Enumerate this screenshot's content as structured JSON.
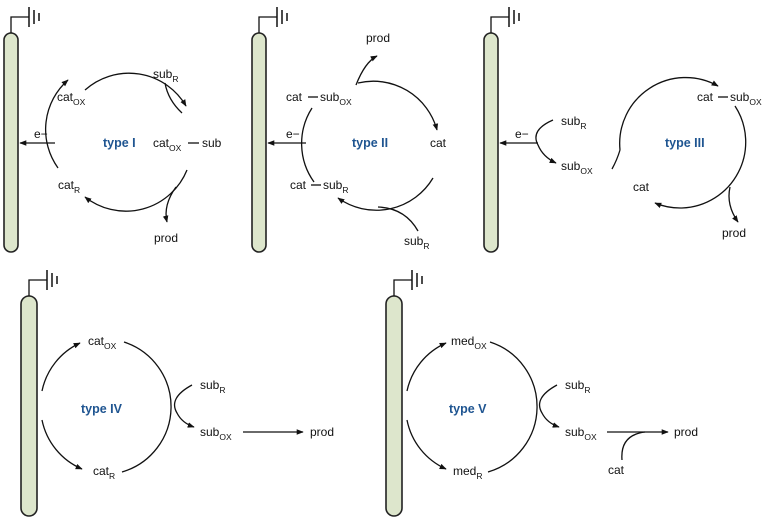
{
  "colors": {
    "electrode_fill": "#dde6cc",
    "type_label": "#1f5591",
    "line": "#111111"
  },
  "panels": {
    "type1": {
      "title": "type I",
      "electron": "e−",
      "cat_ox": {
        "main": "cat",
        "sub": "OX"
      },
      "cat_r": {
        "main": "cat",
        "sub": "R"
      },
      "sub_r": {
        "main": "sub",
        "sub": "R"
      },
      "complex": {
        "main": "cat",
        "sub": "OX",
        "tail": "sub"
      },
      "prod": "prod"
    },
    "type2": {
      "title": "type II",
      "electron": "e−",
      "prod": "prod",
      "cat_subox": {
        "left": "cat",
        "main": "sub",
        "sub": "OX"
      },
      "cat": "cat",
      "cat_subr": {
        "left": "cat",
        "main": "sub",
        "sub": "R"
      },
      "sub_r": {
        "main": "sub",
        "sub": "R"
      }
    },
    "type3": {
      "title": "type III",
      "electron": "e−",
      "sub_r": {
        "main": "sub",
        "sub": "R"
      },
      "sub_ox": {
        "main": "sub",
        "sub": "OX"
      },
      "cat_subox": {
        "left": "cat",
        "main": "sub",
        "sub": "OX"
      },
      "cat": "cat",
      "prod": "prod"
    },
    "type4": {
      "title": "type IV",
      "cat_ox": {
        "main": "cat",
        "sub": "OX"
      },
      "cat_r": {
        "main": "cat",
        "sub": "R"
      },
      "sub_r": {
        "main": "sub",
        "sub": "R"
      },
      "sub_ox": {
        "main": "sub",
        "sub": "OX"
      },
      "prod": "prod"
    },
    "type5": {
      "title": "type V",
      "med_ox": {
        "main": "med",
        "sub": "OX"
      },
      "med_r": {
        "main": "med",
        "sub": "R"
      },
      "sub_r": {
        "main": "sub",
        "sub": "R"
      },
      "sub_ox": {
        "main": "sub",
        "sub": "OX"
      },
      "prod": "prod",
      "cat": "cat"
    }
  }
}
